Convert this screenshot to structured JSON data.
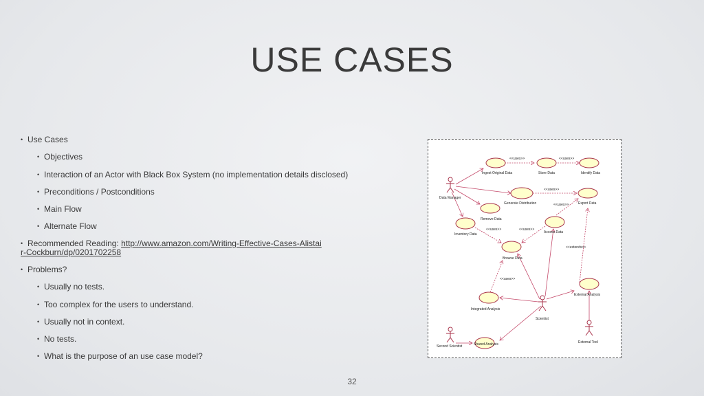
{
  "slide": {
    "title": "USE CASES",
    "page_number": "32"
  },
  "bullets": {
    "use_cases": "Use Cases",
    "objectives": "Objectives",
    "interaction": "Interaction of an Actor with Black Box System (no implementation details disclosed)",
    "pre_post": "Preconditions / Postconditions",
    "main_flow": "Main Flow",
    "alternate_flow": "Alternate Flow",
    "recommended_prefix": "Recommended Reading: ",
    "recommended_link": "http://www.amazon.com/Writing-Effective-Cases-Alistair-Cockburn/dp/0201702258",
    "problems": "Problems?",
    "no_tests_usually": "Usually no tests.",
    "too_complex": "Too complex for the users to understand.",
    "not_in_context": "Usually not in context.",
    "no_tests": "No tests.",
    "purpose": "What is the purpose of an use case model?"
  },
  "diagram": {
    "actors": {
      "data_manager": "Data Manager",
      "scientist": "Scientist",
      "second_scientist": "Second Scientist",
      "external_tool": "External Tool"
    },
    "use_cases": {
      "ingest": "Ingest Original Data",
      "store": "Store Data",
      "identify": "Identify Data",
      "generate": "Generate Distribution",
      "export": "Export Data",
      "remove": "Remove Data",
      "inventory": "Inventory Data",
      "access": "Access Data",
      "browse": "Browse Data",
      "integrated": "Integrated Analysis",
      "external_analysis": "External Analysis",
      "shared": "Shared Analysis"
    },
    "stereotypes": {
      "uses": "<<uses>>",
      "extends": "<<extends>>"
    }
  }
}
